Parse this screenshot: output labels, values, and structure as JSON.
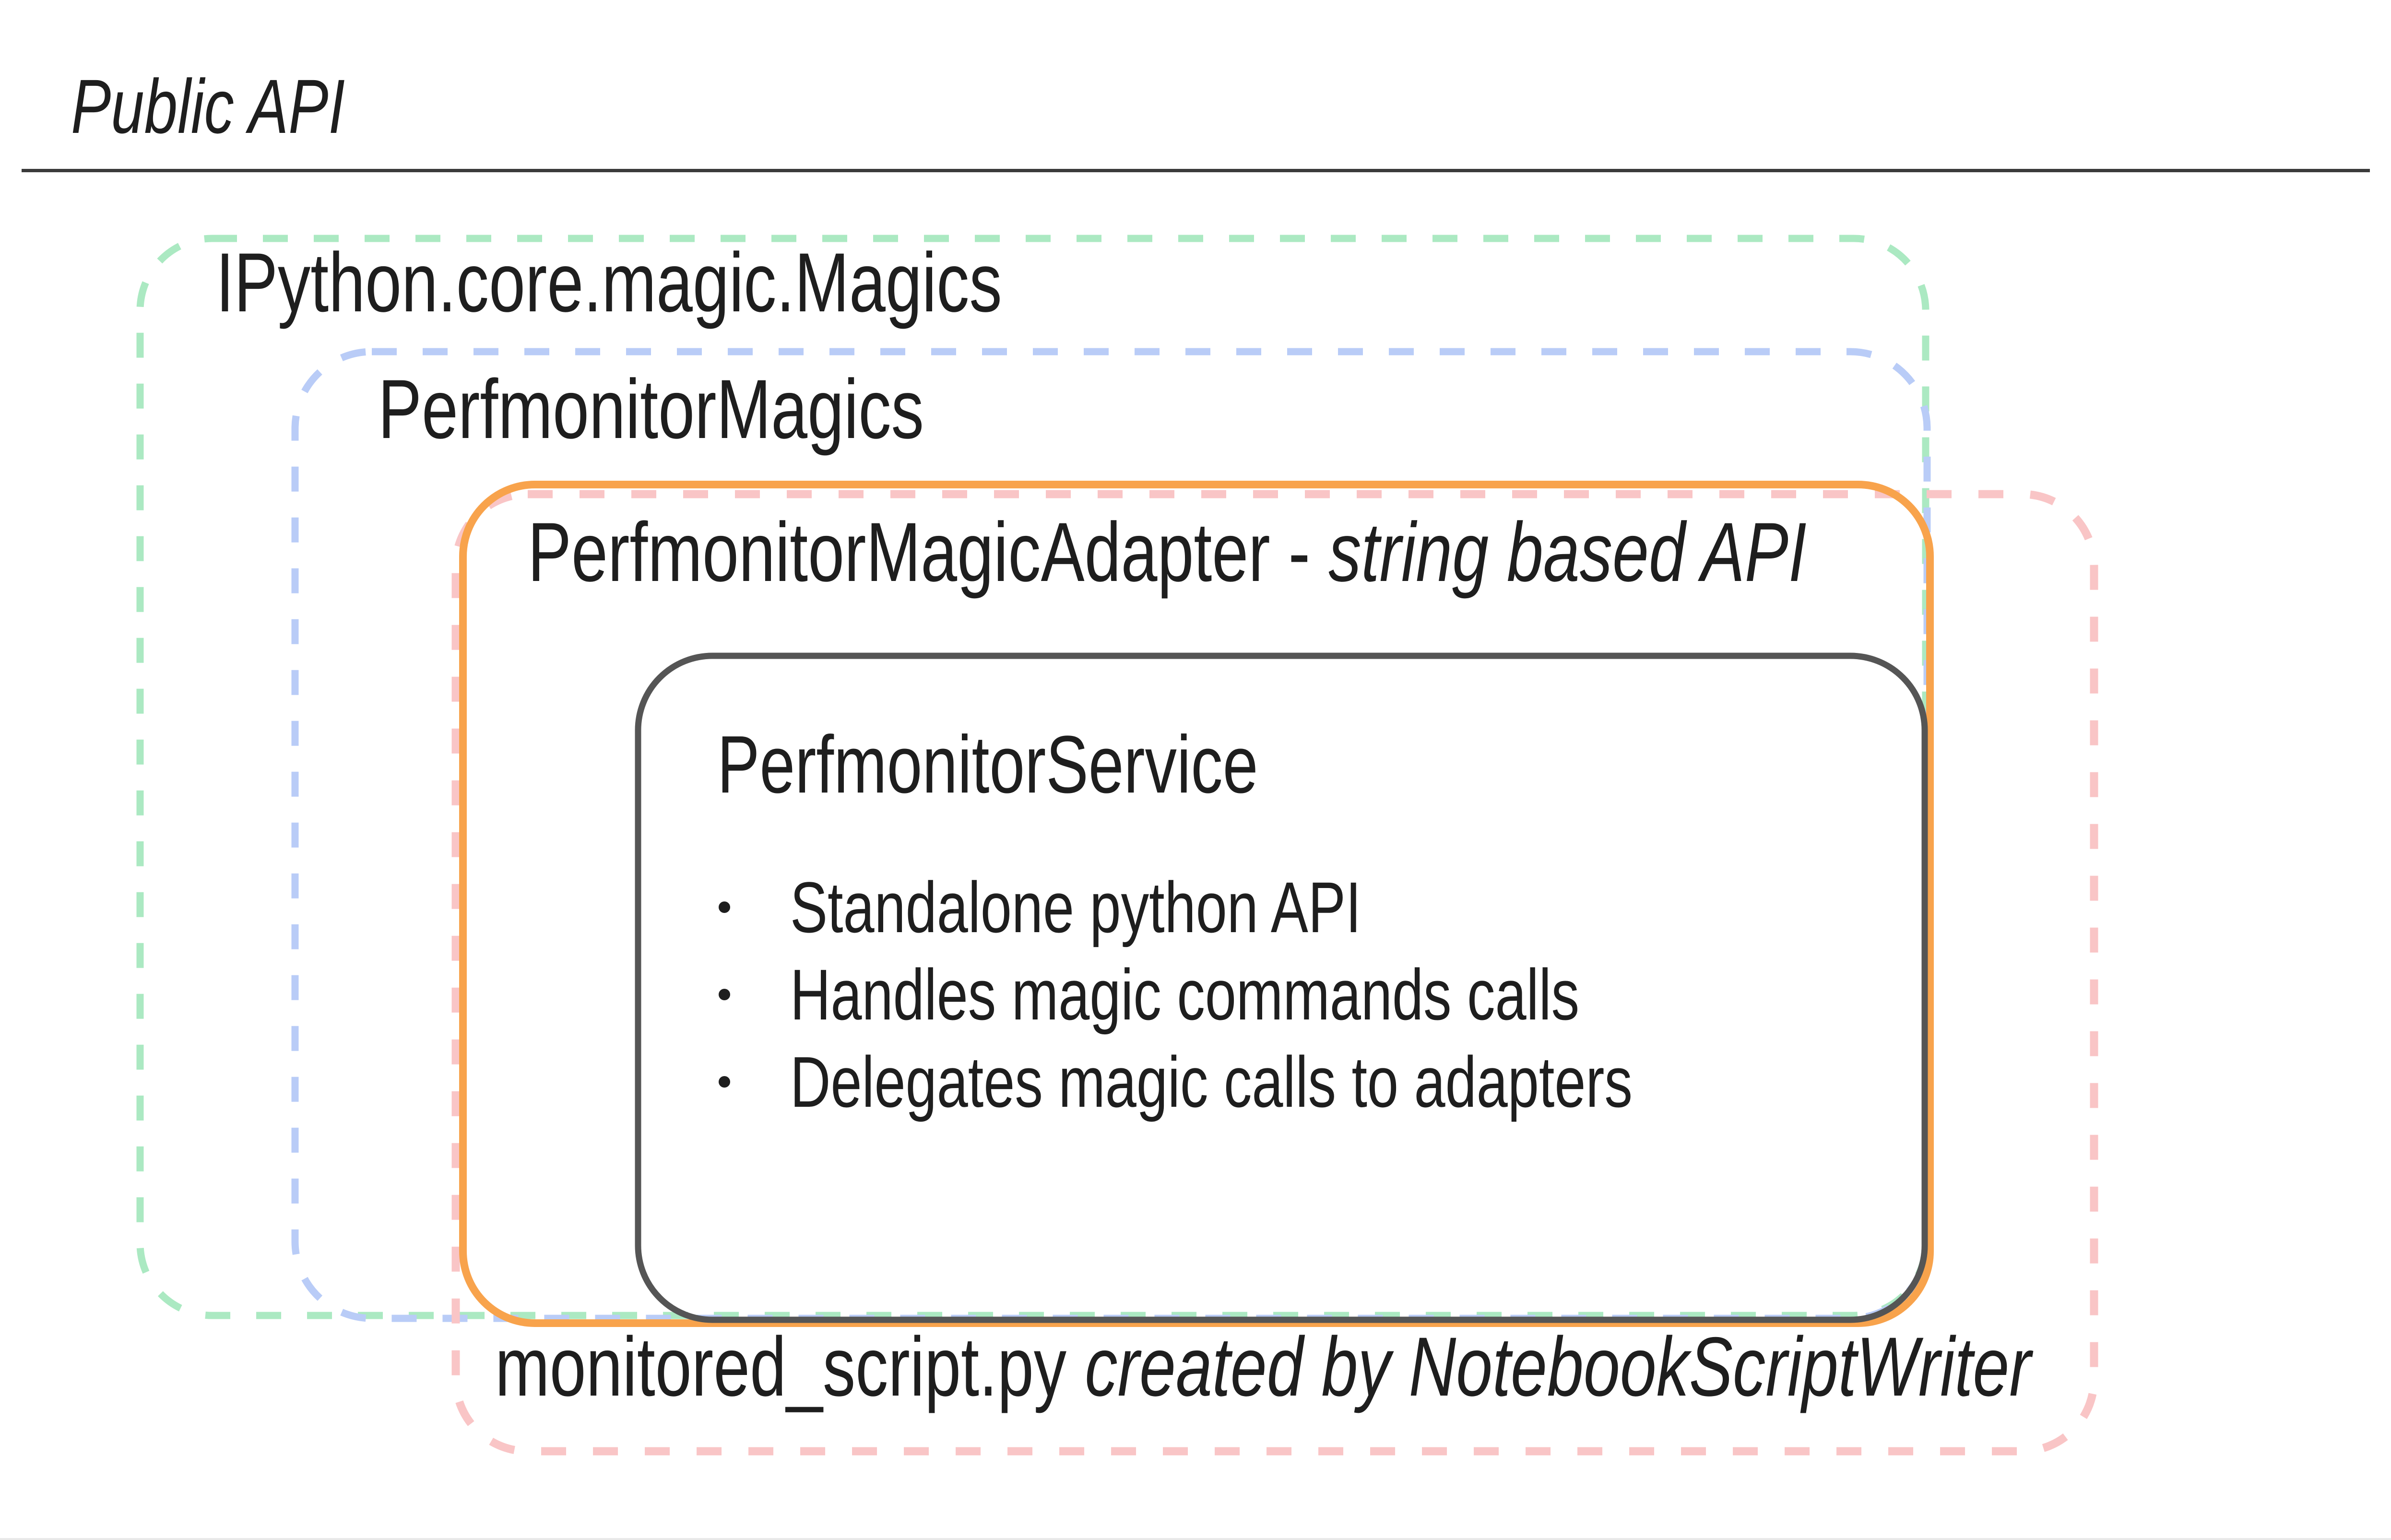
{
  "header": {
    "title": "Public API"
  },
  "diagram": {
    "boxes": {
      "magics": {
        "label": "IPython.core.magic.Magics",
        "style": "dashed",
        "color": "#abe9c2"
      },
      "perfmonitor_magics": {
        "label": "PerfmonitorMagics",
        "style": "dashed",
        "color": "#b9ccf7"
      },
      "adapter": {
        "label_regular": "PerfmonitorMagicAdapter -",
        "label_italic": "string based API",
        "style": "solid",
        "color": "#f8a34c"
      },
      "service": {
        "title": "PerfmonitorService",
        "bullets": [
          "Standalone python API",
          "Handles magic commands calls",
          "Delegates magic calls to adapters"
        ],
        "style": "solid",
        "color": "#555555"
      },
      "monitored_script": {
        "label_regular": "monitored_script.py",
        "label_italic": "created by NotebookScriptWriter",
        "style": "dashed",
        "color": "#f9c5c6"
      }
    },
    "text_color": "#1e1e1e",
    "rule_color": "#3b3b3b"
  }
}
